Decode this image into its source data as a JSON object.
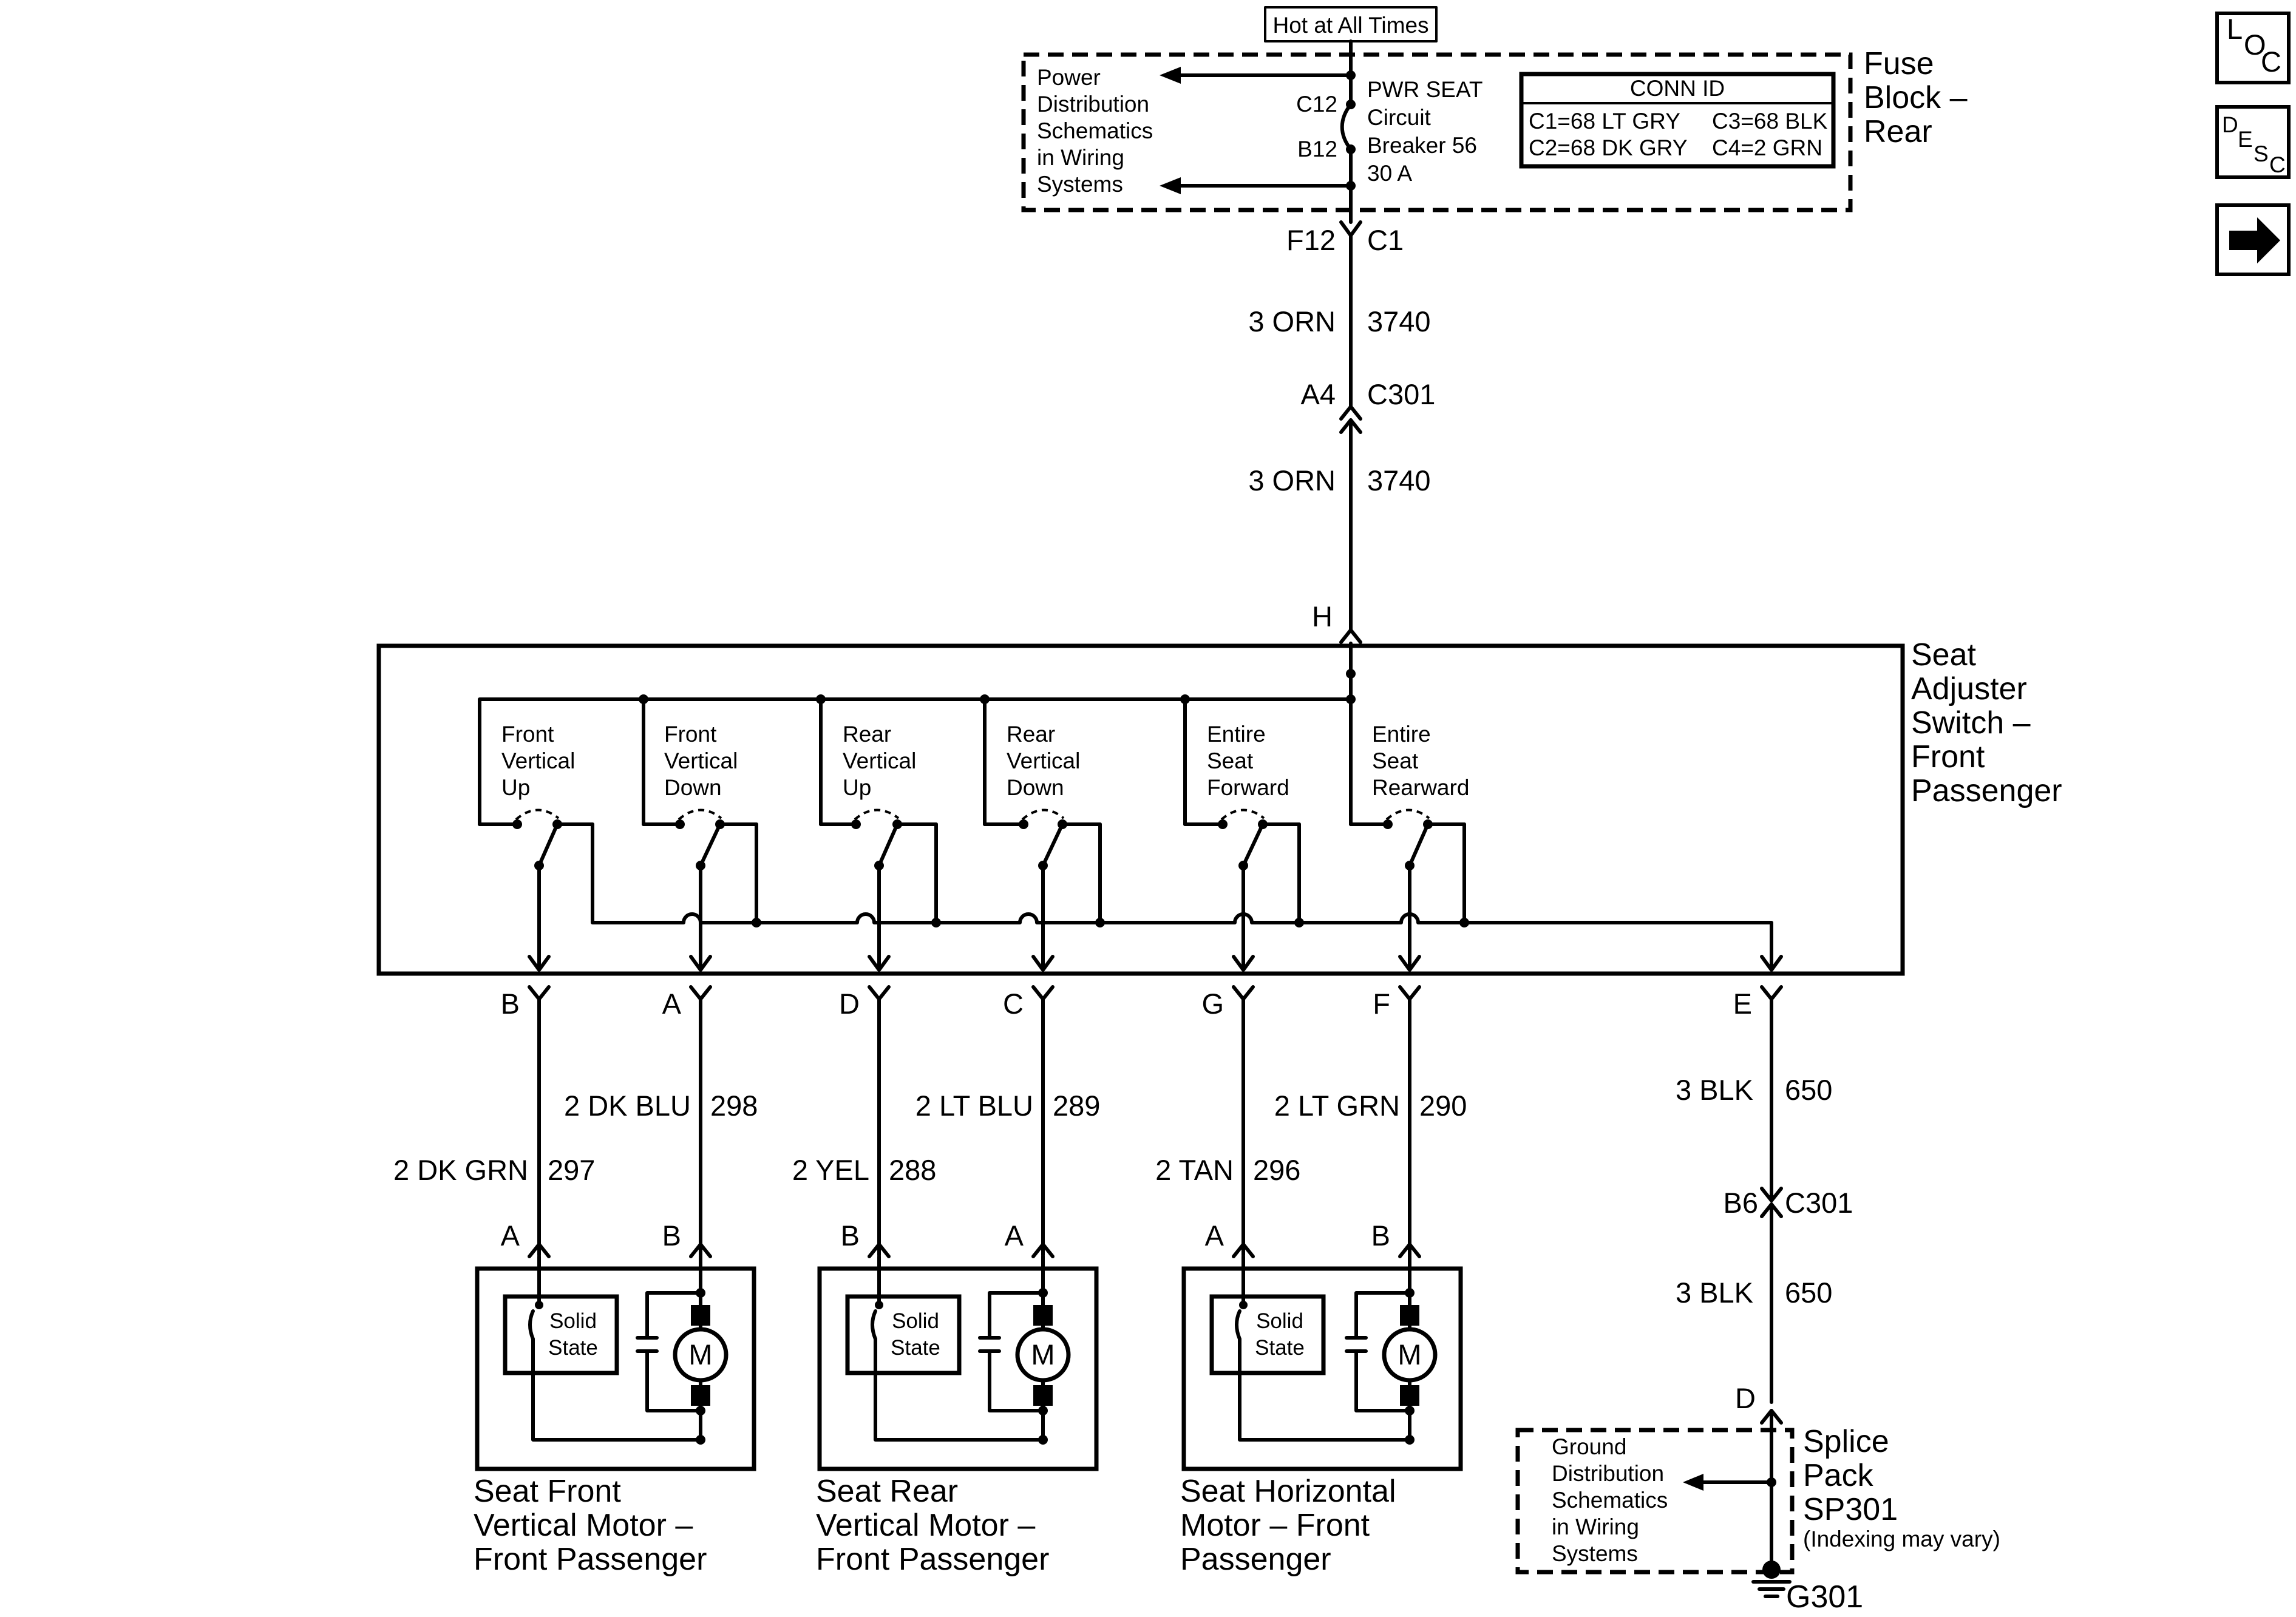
{
  "top": {
    "hot_label": "Hot at All Times",
    "power_dist": [
      "Power",
      "Distribution",
      "Schematics",
      "in Wiring",
      "Systems"
    ],
    "breaker": [
      "PWR SEAT",
      "Circuit",
      "Breaker 56",
      "30 A"
    ],
    "pin_c12": "C12",
    "pin_b12": "B12",
    "conn_id": {
      "title": "CONN ID",
      "c1": "C1=68 LT GRY",
      "c2": "C2=68 DK GRY",
      "c3": "C3=68 BLK",
      "c4": "C4=2 GRN"
    },
    "fuse_block": [
      "Fuse",
      "Block –",
      "Rear"
    ]
  },
  "feed": {
    "f12": "F12",
    "c1": "C1",
    "wire1_color": "3 ORN",
    "wire1_circuit": "3740",
    "a4": "A4",
    "c301": "C301",
    "wire2_color": "3 ORN",
    "wire2_circuit": "3740",
    "h": "H"
  },
  "switch": {
    "title": [
      "Seat",
      "Adjuster",
      "Switch –",
      "Front",
      "Passenger"
    ],
    "sections": [
      [
        "Front",
        "Vertical",
        "Up"
      ],
      [
        "Front",
        "Vertical",
        "Down"
      ],
      [
        "Rear",
        "Vertical",
        "Up"
      ],
      [
        "Rear",
        "Vertical",
        "Down"
      ],
      [
        "Entire",
        "Seat",
        "Forward"
      ],
      [
        "Entire",
        "Seat",
        "Rearward"
      ]
    ],
    "pins": [
      "B",
      "A",
      "D",
      "C",
      "G",
      "F",
      "E"
    ]
  },
  "wires": {
    "w297_color": "2 DK GRN",
    "w297_circuit": "297",
    "w298_color": "2 DK BLU",
    "w298_circuit": "298",
    "w288_color": "2 YEL",
    "w288_circuit": "288",
    "w289_color": "2 LT BLU",
    "w289_circuit": "289",
    "w296_color": "2 TAN",
    "w296_circuit": "296",
    "w290_color": "2 LT GRN",
    "w290_circuit": "290",
    "w650a_color": "3 BLK",
    "w650a_circuit": "650",
    "w650b_color": "3 BLK",
    "w650b_circuit": "650"
  },
  "motors": [
    {
      "pin_left": "A",
      "pin_right": "B",
      "solid": [
        "Solid",
        "State"
      ],
      "m": "M",
      "name": [
        "Seat Front",
        "Vertical Motor –",
        "Front Passenger"
      ]
    },
    {
      "pin_left": "B",
      "pin_right": "A",
      "solid": [
        "Solid",
        "State"
      ],
      "m": "M",
      "name": [
        "Seat Rear",
        "Vertical Motor –",
        "Front Passenger"
      ]
    },
    {
      "pin_left": "A",
      "pin_right": "B",
      "solid": [
        "Solid",
        "State"
      ],
      "m": "M",
      "name": [
        "Seat Horizontal",
        "Motor – Front",
        "Passenger"
      ]
    }
  ],
  "ground": {
    "b6": "B6",
    "c301": "C301",
    "d": "D",
    "gnd_dist": [
      "Ground",
      "Distribution",
      "Schematics",
      "in Wiring",
      "Systems"
    ],
    "splice": [
      "Splice",
      "Pack",
      "SP301"
    ],
    "indexing": "(Indexing may vary)",
    "g301": "G301"
  },
  "nav": {
    "loc": [
      "L",
      "O",
      "C"
    ],
    "desc": [
      "D",
      "E",
      "S",
      "C"
    ],
    "next_arrow": "➔"
  }
}
